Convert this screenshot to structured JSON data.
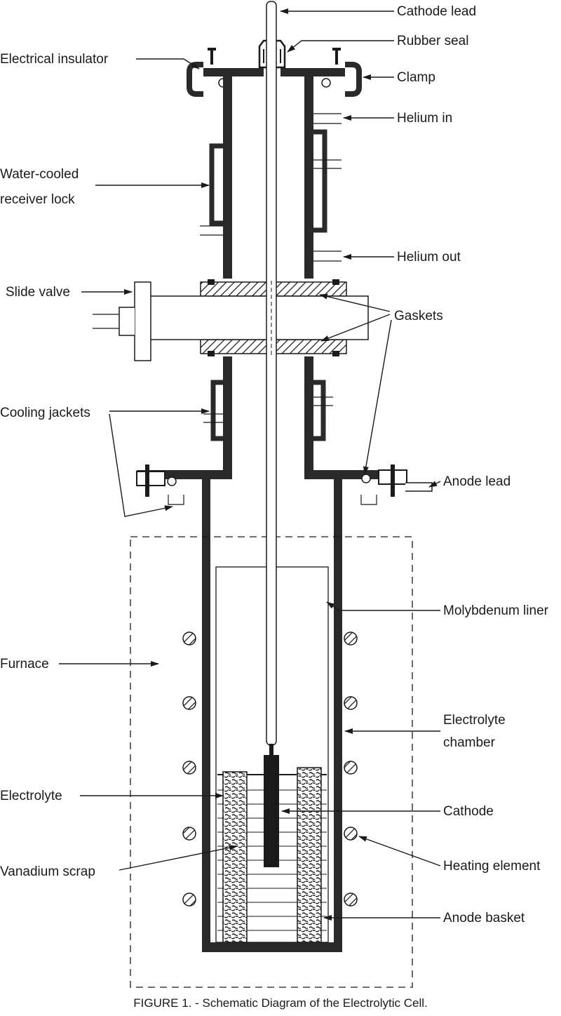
{
  "figure": {
    "caption": "FIGURE 1. - Schematic Diagram of the Electrolytic Cell."
  },
  "labels": {
    "cathode_lead": "Cathode lead",
    "rubber_seal": "Rubber seal",
    "electrical_insulator": "Electrical insulator",
    "clamp": "Clamp",
    "helium_in": "Helium in",
    "water_cooled_line1": "Water-cooled",
    "water_cooled_line2": "receiver lock",
    "helium_out": "Helium out",
    "slide_valve": "Slide valve",
    "gaskets": "Gaskets",
    "cooling_jackets": "Cooling jackets",
    "anode_lead": "Anode lead",
    "molybdenum_liner": "Molybdenum liner",
    "furnace": "Furnace",
    "electrolyte_chamber_line1": "Electrolyte",
    "electrolyte_chamber_line2": "chamber",
    "electrolyte": "Electrolyte",
    "cathode": "Cathode",
    "vanadium_scrap": "Vanadium scrap",
    "heating_element": "Heating element",
    "anode_basket": "Anode basket"
  },
  "colors": {
    "ink": "#1a1a1a",
    "wall": "#2a2a2a"
  }
}
